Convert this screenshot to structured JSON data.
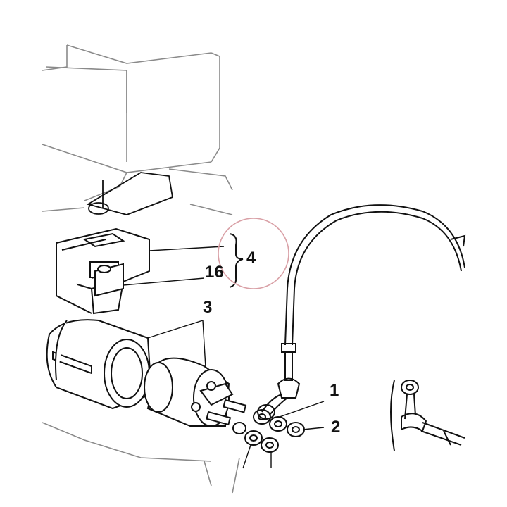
{
  "diagram": {
    "callouts": {
      "c1": "1",
      "c2": "2",
      "c3": "3",
      "c4": "4",
      "c16": "16"
    },
    "colors": {
      "line": "#111111",
      "faint_line": "#8a8a8a",
      "highlight_circle": "#d9a0a6"
    }
  }
}
